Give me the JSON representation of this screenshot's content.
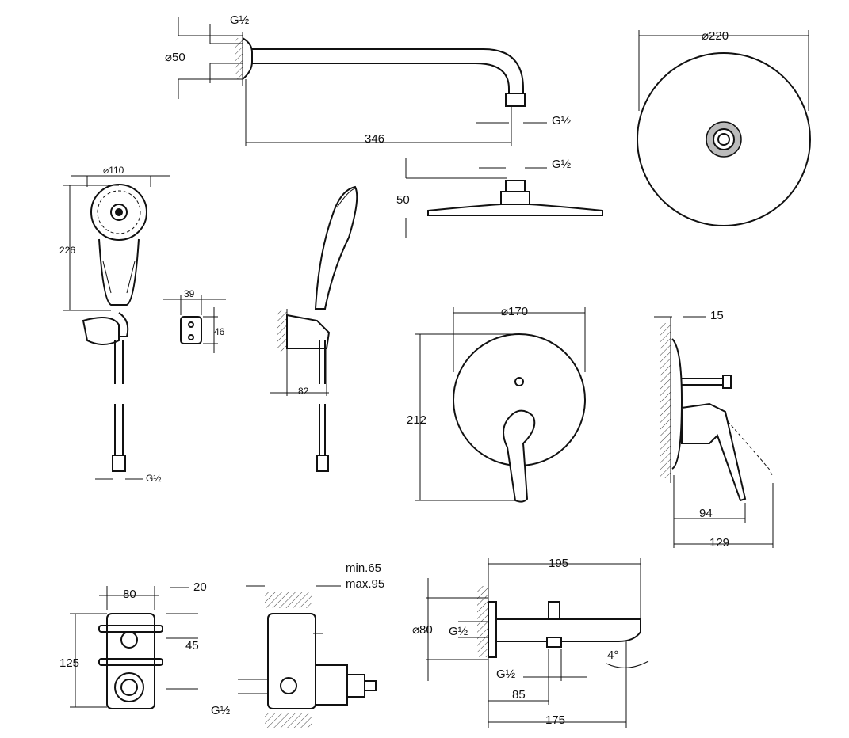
{
  "head_arm": {
    "thread": "G½",
    "flange_dia": "⌀50",
    "length": "346",
    "outlet_thread": "G½"
  },
  "head_side": {
    "height": "50",
    "thread": "G½"
  },
  "head_top": {
    "diameter": "⌀220"
  },
  "hand_shower": {
    "diameter": "⌀110",
    "length": "226",
    "thread": "G½"
  },
  "holder": {
    "width": "39",
    "height": "46"
  },
  "side_view": {
    "projection": "82"
  },
  "escutcheon": {
    "diameter": "⌀170",
    "height": "212"
  },
  "mixer_side": {
    "depth_top": "15",
    "depth_lever": "94",
    "depth_total": "129"
  },
  "body_front": {
    "width": "80",
    "offset": "20",
    "inlet": "45",
    "height": "125"
  },
  "body_side": {
    "min": "min.65",
    "max": "max.95",
    "thread": "G½"
  },
  "spout": {
    "length": "195",
    "dia": "⌀80",
    "thread_in": "G½",
    "thread_out": "G½",
    "offset": "85",
    "projection": "175",
    "angle": "4°"
  }
}
